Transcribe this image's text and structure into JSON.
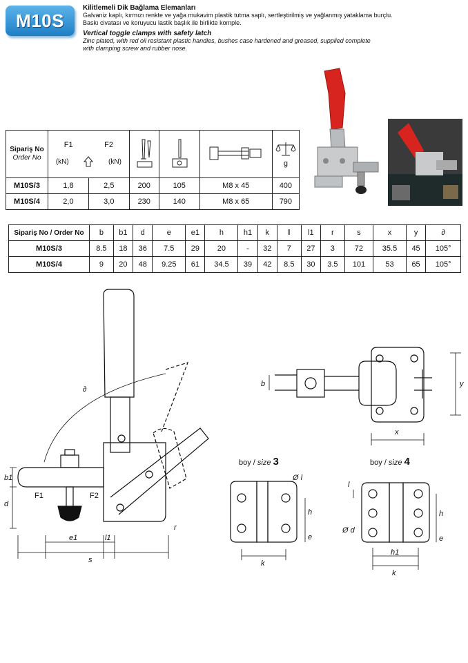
{
  "badge": "M10S",
  "header": {
    "tr_title": "Kilitlemeli Dik Bağlama Elemanları",
    "tr_line1": "Galvaniz kaplı, kırmızı renkte ve yağa mukavim plastik tutma saplı, sertleştirilmiş ve yağlanmış yataklama burçlu.",
    "tr_line2": "Baskı civatası ve koruyucu lastik başlık ile birlikte komple.",
    "en_title": "Vertical toggle clamps with safety latch",
    "en_line1": "Zinc plated, with red oil resistant plastic handles, bushes case hardened and greased, supplied complete",
    "en_line2": "with clamping screw and rubber nose."
  },
  "table1": {
    "order_tr": "Sipariş No",
    "order_en": "Order No",
    "f1": "F1",
    "f2": "F2",
    "kn1": "(kN)",
    "kn2": "(kN)",
    "g": "g",
    "rows": [
      {
        "id": "M10S/3",
        "f1": "1,8",
        "f2": "2,5",
        "a": "200",
        "b": "105",
        "screw": "M8 x 45",
        "g": "400"
      },
      {
        "id": "M10S/4",
        "f1": "2,0",
        "f2": "3,0",
        "a": "230",
        "b": "140",
        "screw": "M8 x 65",
        "g": "790"
      }
    ]
  },
  "table2": {
    "order_label": "Sipariş No / Order No",
    "cols": [
      "b",
      "b1",
      "d",
      "e",
      "e1",
      "h",
      "h1",
      "k",
      "l",
      "l1",
      "r",
      "s",
      "x",
      "y",
      "∂"
    ],
    "rows": [
      {
        "id": "M10S/3",
        "vals": [
          "8.5",
          "18",
          "36",
          "7.5",
          "29",
          "20",
          "-",
          "32",
          "7",
          "27",
          "3",
          "72",
          "35.5",
          "45",
          "105°"
        ]
      },
      {
        "id": "M10S/4",
        "vals": [
          "9",
          "20",
          "48",
          "9.25",
          "61",
          "34.5",
          "39",
          "42",
          "8.5",
          "30",
          "3.5",
          "101",
          "53",
          "65",
          "105°"
        ]
      }
    ]
  },
  "drawing_labels": {
    "b1": "b1",
    "d": "d",
    "F1": "F1",
    "F2": "F2",
    "e1": "e1",
    "l1": "l1",
    "s": "s",
    "r": "r",
    "angle": "∂",
    "b": "b",
    "x": "x",
    "y": "y",
    "h": "h",
    "e": "e",
    "k": "k",
    "h1": "h1",
    "l": "l",
    "dl": "Ø l",
    "dd": "Ø d"
  },
  "size3": {
    "boy": "boy",
    "size": "size",
    "num": "3"
  },
  "size4": {
    "boy": "boy",
    "size": "size",
    "num": "4"
  }
}
